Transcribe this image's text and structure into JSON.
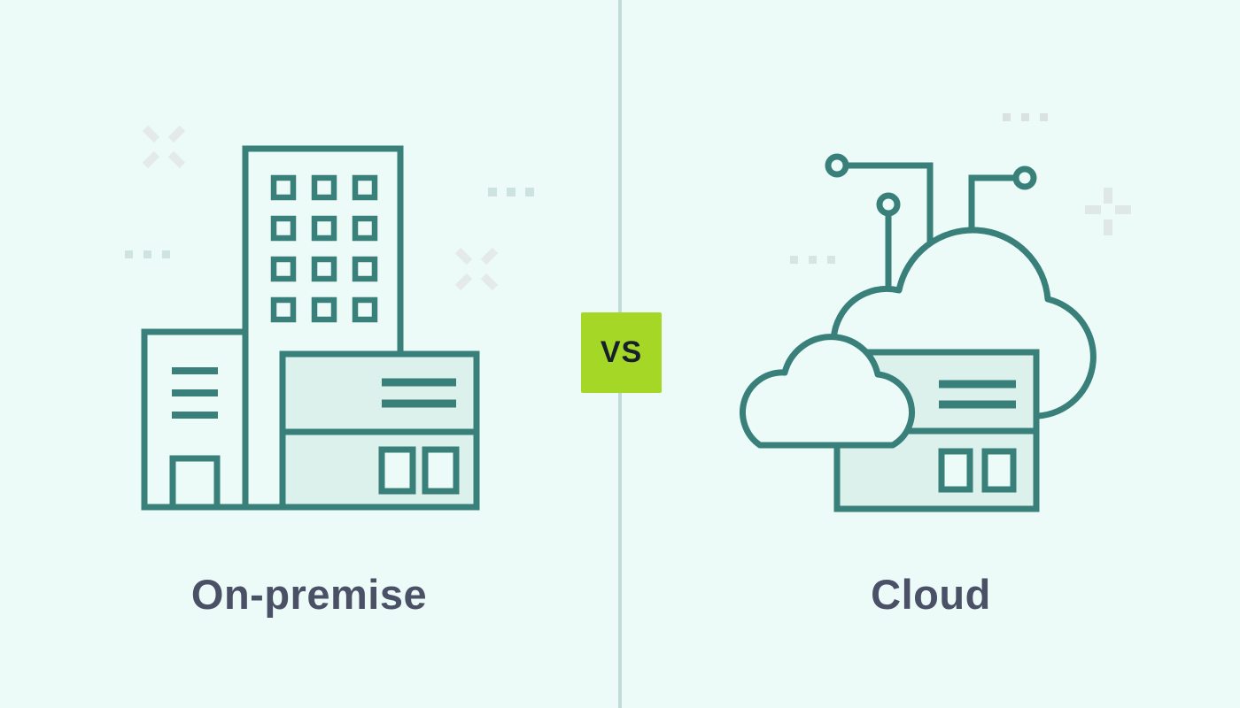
{
  "comparison": {
    "left": {
      "label": "On-premise",
      "icon": "office-buildings-with-server-icon"
    },
    "badge": {
      "label": "VS"
    },
    "right": {
      "label": "Cloud",
      "icon": "cloud-connected-server-icon"
    }
  },
  "colors": {
    "background": "#ecfaf8",
    "illustration_stroke": "#39807a",
    "illustration_fill": "#dcf0ec",
    "divider": "#c2dbd6",
    "badge_background": "#a5d727",
    "badge_text": "#171f2d",
    "label_text": "#4a5066",
    "decor_cross": "#e3eae9",
    "decor_dots_teal": "#cfe4e0",
    "decor_dots_gray": "#d9e2e1"
  }
}
